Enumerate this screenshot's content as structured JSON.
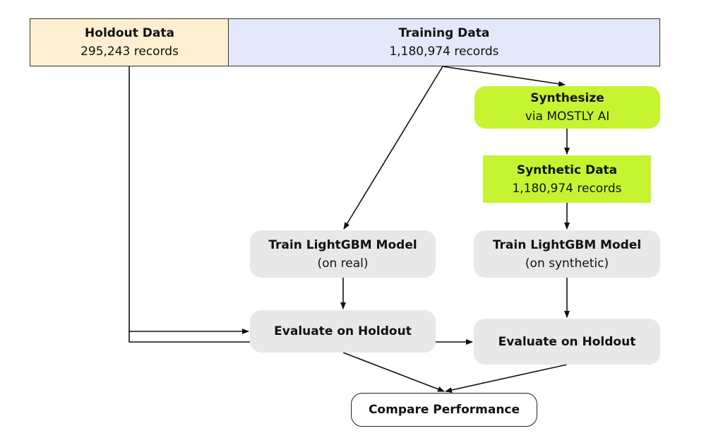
{
  "holdout": {
    "title": "Holdout Data",
    "subtitle": "295,243 records"
  },
  "training": {
    "title": "Training Data",
    "subtitle": "1,180,974 records"
  },
  "synthesize": {
    "title": "Synthesize",
    "subtitle": "via MOSTLY AI"
  },
  "synthetic_data": {
    "title": "Synthetic Data",
    "subtitle": "1,180,974 records"
  },
  "train_real": {
    "title": "Train LightGBM Model",
    "subtitle": "(on real)"
  },
  "train_syn": {
    "title": "Train LightGBM Model",
    "subtitle": "(on synthetic)"
  },
  "eval_real": {
    "title": "Evaluate on Holdout"
  },
  "eval_syn": {
    "title": "Evaluate on Holdout"
  },
  "compare": {
    "title": "Compare Performance"
  },
  "colors": {
    "holdout_fill": "#fdefcf",
    "training_fill": "#e3e8fb",
    "synthetic_fill": "#c6f430",
    "process_fill": "#e8e8e8",
    "line": "#111111"
  }
}
